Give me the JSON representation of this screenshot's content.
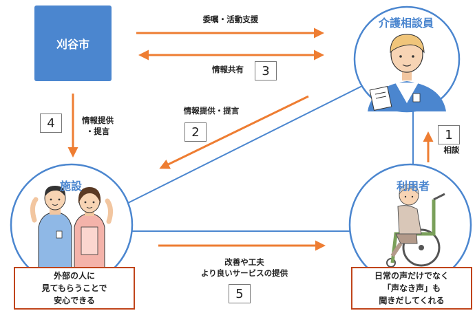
{
  "nodes": {
    "city": "刈谷市",
    "counselor": "介護相談員",
    "facility": "施設",
    "user": "利用者"
  },
  "arrows": {
    "commission": "委嘱・活動支援",
    "info_share": "情報共有",
    "info_to_facility_city": [
      "情報提供",
      "・提言"
    ],
    "info_to_facility_counselor": "情報提供・提言",
    "consultation": "相談",
    "improvement": [
      "改善や工夫",
      "より良いサービスの提供"
    ]
  },
  "numbers": {
    "n1": "1",
    "n2": "2",
    "n3": "3",
    "n4": "4",
    "n5": "5"
  },
  "callouts": {
    "facility": [
      "外部の人に",
      "見てもらうことで",
      "安心できる"
    ],
    "user": [
      "日常の声だけでなく",
      "「声なき声」も",
      "聞きだしてくれる"
    ]
  },
  "colors": {
    "blue": "#4b86cf",
    "orange": "#ee7d32",
    "callout_border": "#c0441a"
  }
}
